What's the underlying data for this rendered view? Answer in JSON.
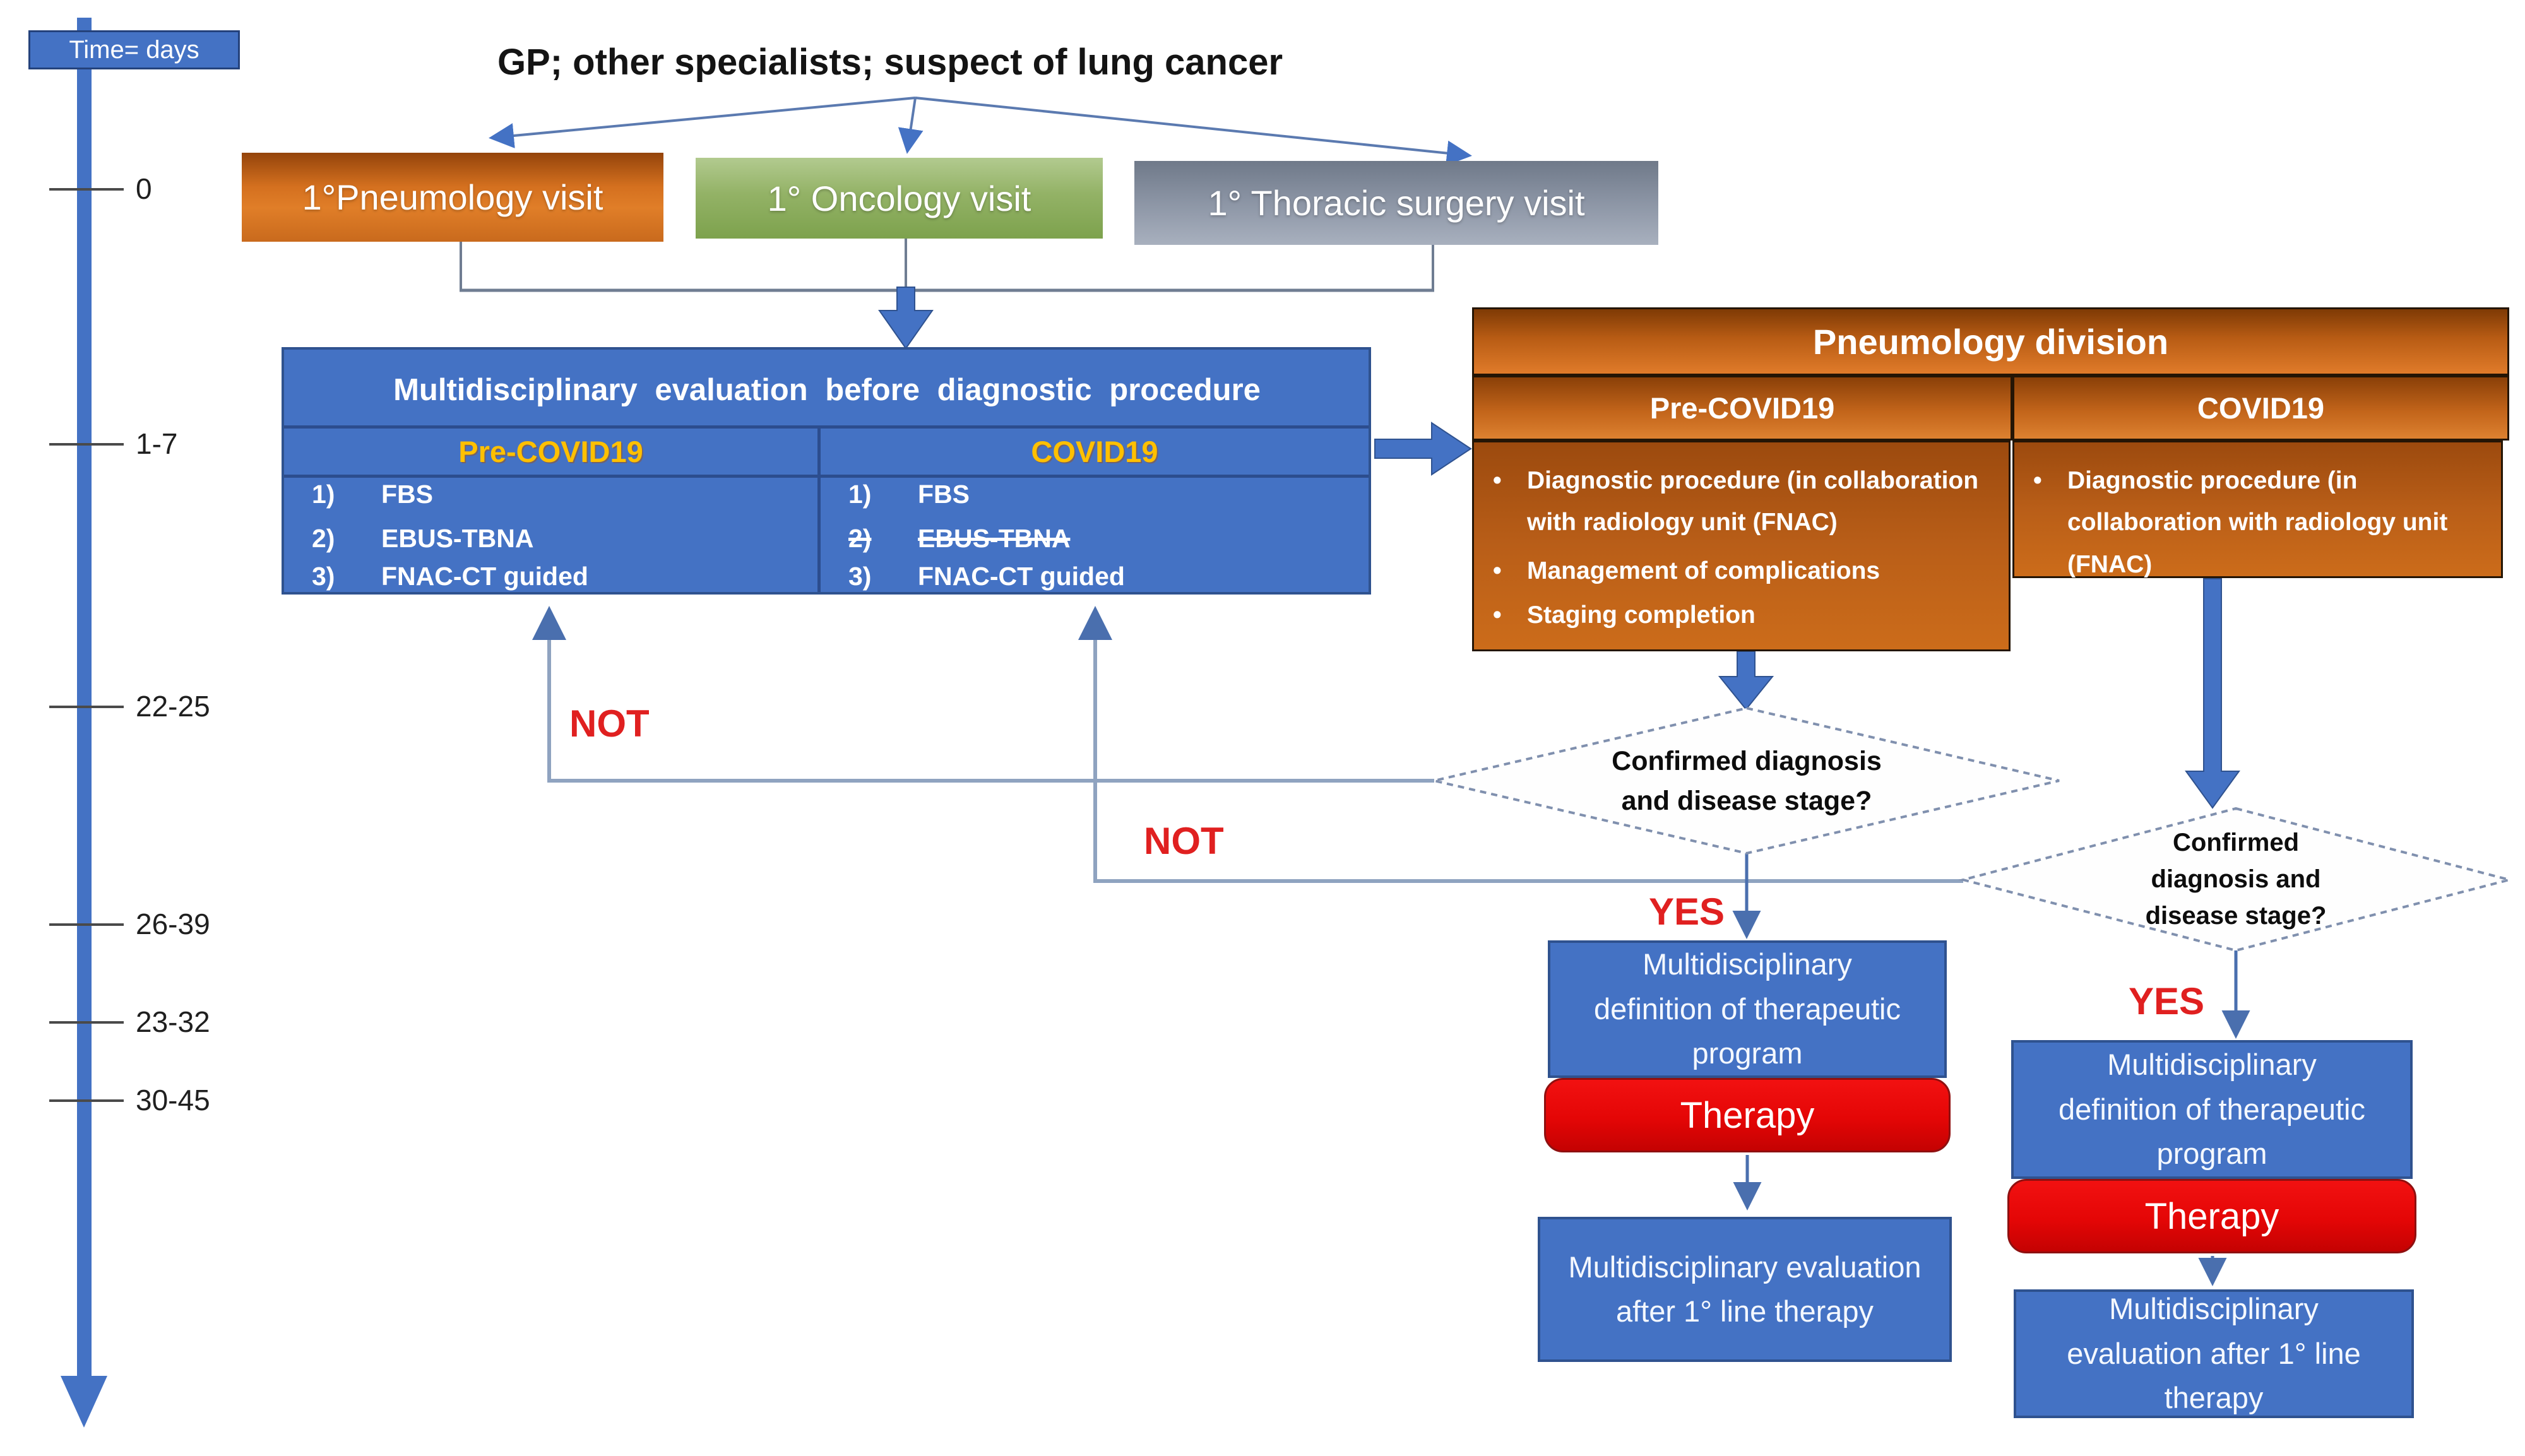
{
  "title": "GP; other specialists; suspect of lung cancer",
  "timeline": {
    "label": "Time= days",
    "ticks": [
      {
        "label": "0"
      },
      {
        "label": "1-7"
      },
      {
        "label": "22-25"
      },
      {
        "label": "26-39"
      },
      {
        "label": "23-32"
      },
      {
        "label": "30-45"
      }
    ]
  },
  "visit_boxes": {
    "pneumology": "1°Pneumology visit",
    "oncology": "1° Oncology visit",
    "thoracic": "1° Thoracic surgery visit"
  },
  "evaluation_box": {
    "title": "Multidisciplinary evaluation before diagnostic procedure",
    "pre_covid": {
      "header": "Pre-COVID19",
      "items": [
        {
          "num": "1)",
          "text": "FBS"
        },
        {
          "num": "2)",
          "text": "EBUS-TBNA"
        },
        {
          "num": "3)",
          "text": "FNAC-CT guided"
        }
      ]
    },
    "covid": {
      "header": "COVID19",
      "items": [
        {
          "num": "1)",
          "text": "FBS"
        },
        {
          "num": "2)",
          "text": "EBUS-TBNA"
        },
        {
          "num": "3)",
          "text": "FNAC-CT guided"
        }
      ]
    }
  },
  "pneumology_division": {
    "title": "Pneumology division",
    "pre_covid": {
      "header": "Pre-COVID19",
      "bullets": [
        "Diagnostic procedure (in collaboration with radiology unit (FNAC)",
        "Management of complications",
        "Staging completion"
      ]
    },
    "covid": {
      "header": "COVID19",
      "bullets": [
        "Diagnostic procedure (in collaboration with radiology unit (FNAC)"
      ]
    }
  },
  "decisions": {
    "question1": "Confirmed diagnosis and disease stage?",
    "question2": "Confirmed diagnosis and disease stage?"
  },
  "labels": {
    "not": "NOT",
    "yes": "YES"
  },
  "therapy_path": {
    "definition": "Multidisciplinary definition of therapeutic program",
    "therapy": "Therapy",
    "evaluation_after": "Multidisciplinary evaluation after 1° line therapy"
  },
  "colors": {
    "blue": "#4472C4",
    "blue_border": "#2F528F",
    "orange": "#ED7D31",
    "green": "#8FB35E",
    "gray": "#8C95A5",
    "red": "#FE0000",
    "label_red": "#E02020",
    "gold": "#FFC000",
    "connector": "#8496B0"
  }
}
